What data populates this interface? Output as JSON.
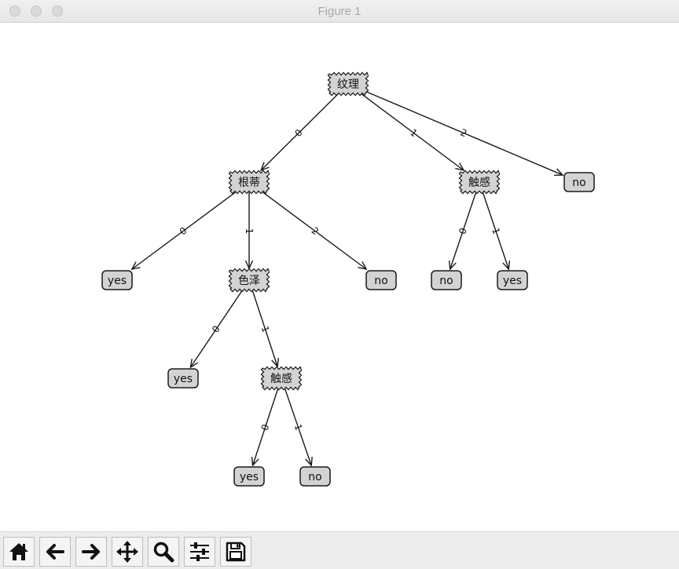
{
  "window": {
    "title": "Figure 1"
  },
  "tree": {
    "nodes": [
      {
        "id": "n-wenli",
        "label": "纹理",
        "kind": "decision"
      },
      {
        "id": "n-gendi",
        "label": "根蒂",
        "kind": "decision"
      },
      {
        "id": "n-chugan1",
        "label": "触感",
        "kind": "decision"
      },
      {
        "id": "n-no1",
        "label": "no",
        "kind": "leaf"
      },
      {
        "id": "n-yes1",
        "label": "yes",
        "kind": "leaf"
      },
      {
        "id": "n-seze",
        "label": "色泽",
        "kind": "decision"
      },
      {
        "id": "n-no2",
        "label": "no",
        "kind": "leaf"
      },
      {
        "id": "n-no3",
        "label": "no",
        "kind": "leaf"
      },
      {
        "id": "n-yes2",
        "label": "yes",
        "kind": "leaf"
      },
      {
        "id": "n-yes3",
        "label": "yes",
        "kind": "leaf"
      },
      {
        "id": "n-chugan2",
        "label": "触感",
        "kind": "decision"
      },
      {
        "id": "n-yes4",
        "label": "yes",
        "kind": "leaf"
      },
      {
        "id": "n-no4",
        "label": "no",
        "kind": "leaf"
      }
    ],
    "edges": [
      {
        "from": "n-wenli",
        "to": "n-gendi",
        "label": "0"
      },
      {
        "from": "n-wenli",
        "to": "n-chugan1",
        "label": "1"
      },
      {
        "from": "n-wenli",
        "to": "n-no1",
        "label": "2"
      },
      {
        "from": "n-gendi",
        "to": "n-yes1",
        "label": "0"
      },
      {
        "from": "n-gendi",
        "to": "n-seze",
        "label": "1"
      },
      {
        "from": "n-gendi",
        "to": "n-no2",
        "label": "2"
      },
      {
        "from": "n-chugan1",
        "to": "n-no3",
        "label": "0"
      },
      {
        "from": "n-chugan1",
        "to": "n-yes2",
        "label": "1"
      },
      {
        "from": "n-seze",
        "to": "n-yes3",
        "label": "0"
      },
      {
        "from": "n-seze",
        "to": "n-chugan2",
        "label": "1"
      },
      {
        "from": "n-chugan2",
        "to": "n-yes4",
        "label": "0"
      },
      {
        "from": "n-chugan2",
        "to": "n-no4",
        "label": "1"
      }
    ]
  },
  "toolbar": {
    "buttons": [
      {
        "name": "home-button",
        "icon": "home-icon"
      },
      {
        "name": "back-button",
        "icon": "arrow-left-icon"
      },
      {
        "name": "forward-button",
        "icon": "arrow-right-icon"
      },
      {
        "name": "pan-button",
        "icon": "move-icon"
      },
      {
        "name": "zoom-button",
        "icon": "magnifier-icon"
      },
      {
        "name": "configure-subplots-button",
        "icon": "sliders-icon"
      },
      {
        "name": "save-button",
        "icon": "floppy-disk-icon"
      }
    ]
  },
  "colors": {
    "node_fill": "#d3d3d3",
    "stroke": "#1a1a1a",
    "background": "#ffffff"
  }
}
